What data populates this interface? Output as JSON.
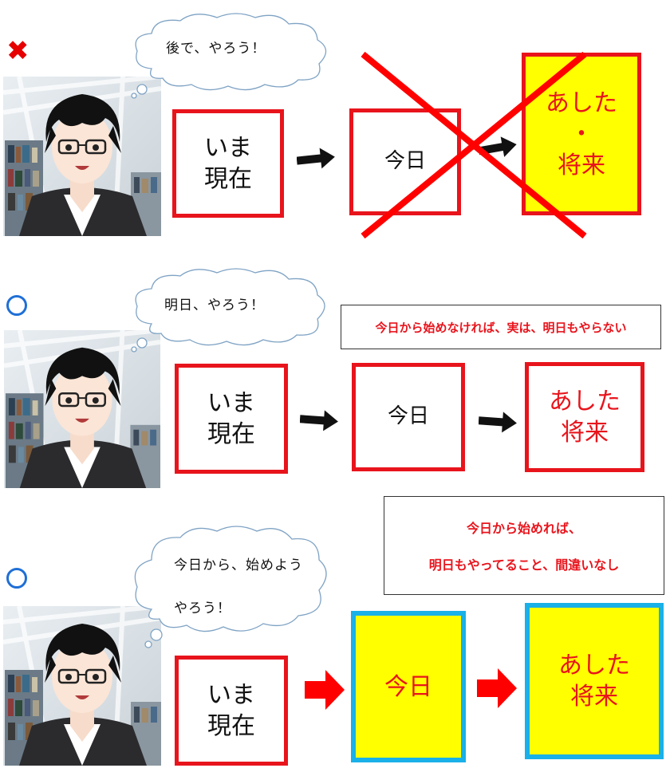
{
  "colors": {
    "red": "#e8141c",
    "yellow": "#ffff00",
    "blue_border": "#1ab0e8",
    "circle_blue": "#1f6fd6"
  },
  "row1": {
    "mark": "✖",
    "mark_icon": "cross-mark-icon",
    "thought": "後で、やろう！",
    "box_now": [
      "いま",
      "現在"
    ],
    "box_today": "今日",
    "box_future": [
      "あした",
      "・",
      "将来"
    ],
    "crossed_out": true
  },
  "row2": {
    "mark_icon": "circle-mark-icon",
    "thought": "明日、やろう！",
    "note": "今日から始めなければ、実は、明日もやらない",
    "box_now": [
      "いま",
      "現在"
    ],
    "box_today": "今日",
    "box_future": [
      "あした",
      "将来"
    ]
  },
  "row3": {
    "mark_icon": "circle-mark-icon",
    "thought": [
      "今日から、始めよう",
      "やろう！"
    ],
    "note": [
      "今日から始めれば、",
      "明日もやってること、間違いなし"
    ],
    "box_now": [
      "いま",
      "現在"
    ],
    "box_today": "今日",
    "box_future": [
      "あした",
      "将来"
    ]
  }
}
